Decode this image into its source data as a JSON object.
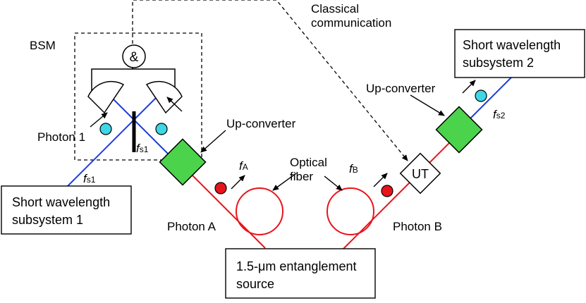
{
  "labels": {
    "classical_line1": "Classical",
    "classical_line2": "communication",
    "bsm": "BSM",
    "photon1": "Photon 1",
    "photonA": "Photon A",
    "photonB": "Photon B",
    "upconverter_left": "Up-converter",
    "upconverter_right": "Up-converter",
    "optical_line1": "Optical",
    "optical_line2": "fiber",
    "and_gate": "&",
    "ut": "UT"
  },
  "boxes": {
    "short1_line1": "Short wavelength",
    "short1_line2": "subsystem 1",
    "short2_line1": "Short wavelength",
    "short2_line2": "subsystem 2",
    "source_line1": "1.5-μm entanglement",
    "source_line2": "source"
  },
  "freq": {
    "f": "f",
    "s1": "s1",
    "s2": "s2",
    "A": "A",
    "B": "B"
  },
  "colors": {
    "red_fiber": "#e8141c",
    "blue_beam": "#1f3fd6",
    "converter_fill": "#4cd34c",
    "photon_cyan": "#3fd7e6",
    "photon_red": "#e8141c"
  }
}
